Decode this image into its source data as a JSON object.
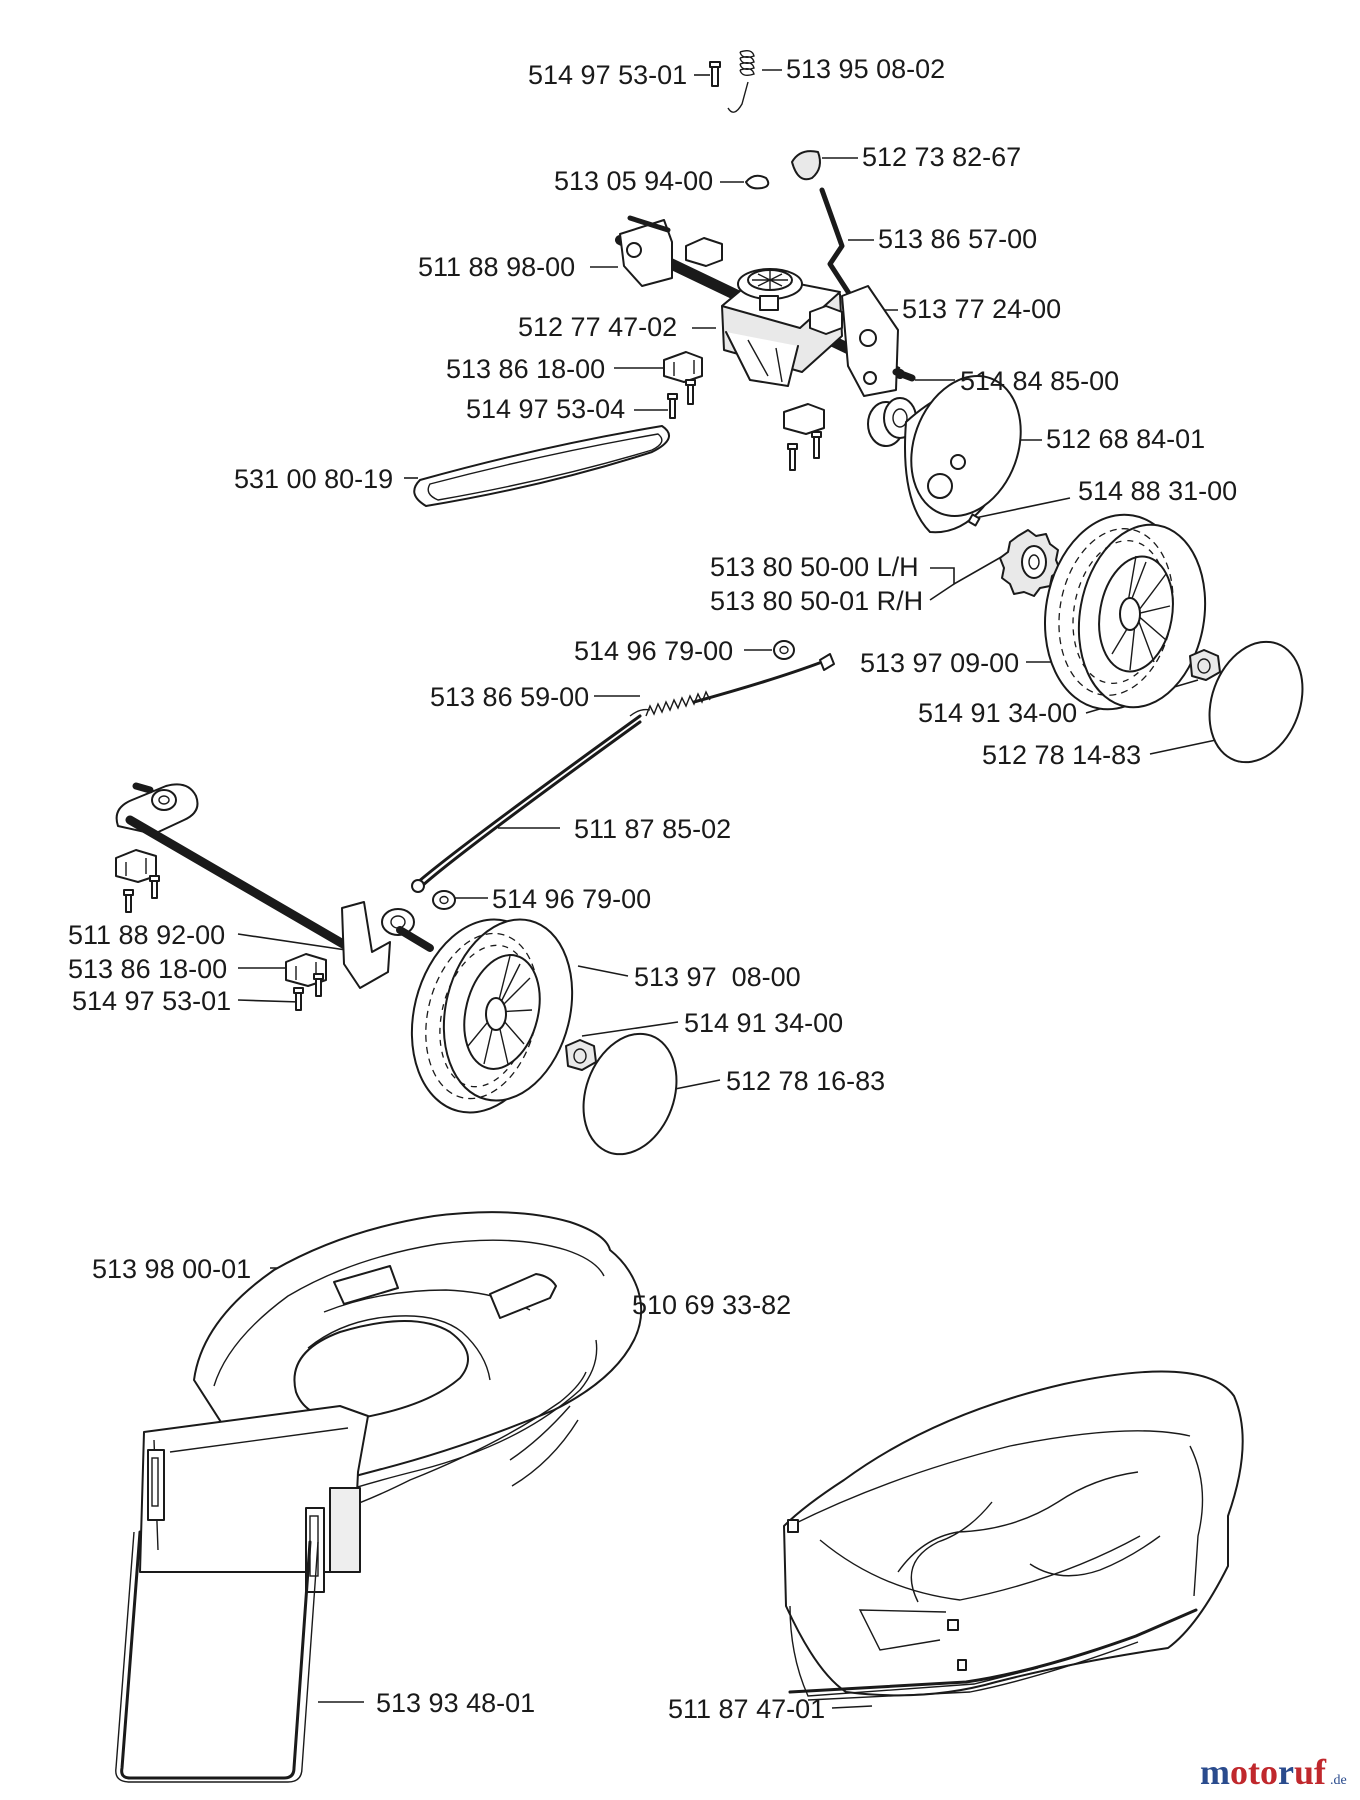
{
  "parts": {
    "p1": "514 97 53-01",
    "p2": "513 95 08-02",
    "p3": "512 73 82-67",
    "p4": "513 05 94-00",
    "p5": "513 86 57-00",
    "p6": "511 88 98-00",
    "p7": "513 77 24-00",
    "p8": "512 77 47-02",
    "p9": "513 86 18-00",
    "p10": "514 84 85-00",
    "p11": "514 97 53-04",
    "p12": "512 68 84-01",
    "p13": "531 00 80-19",
    "p14": "514 88 31-00",
    "p15": "513 80 50-00 L/H",
    "p16": "513 80 50-01 R/H",
    "p17": "514 96 79-00",
    "p18": "513 97 09-00",
    "p19": "513 86 59-00",
    "p20": "514 91 34-00",
    "p21": "512 78 14-83",
    "p22": "511 87 85-02",
    "p23": "514 96 79-00",
    "p24": "511 88 92-00",
    "p25": "513 86 18-00",
    "p26": "513 97  08-00",
    "p27": "514 97 53-01",
    "p28": "514 91 34-00",
    "p29": "512 78 16-83",
    "p30": "513 98 00-01",
    "p31": "510 69 33-82",
    "p32": "511 87 47-01",
    "p33": "513 93 48-01"
  },
  "watermark": {
    "brand": "motoruf",
    "suffix": ".de"
  },
  "colors": {
    "line": "#1a1a1a",
    "logo_red": "#c0282d",
    "logo_blue": "#2a4b8d"
  }
}
